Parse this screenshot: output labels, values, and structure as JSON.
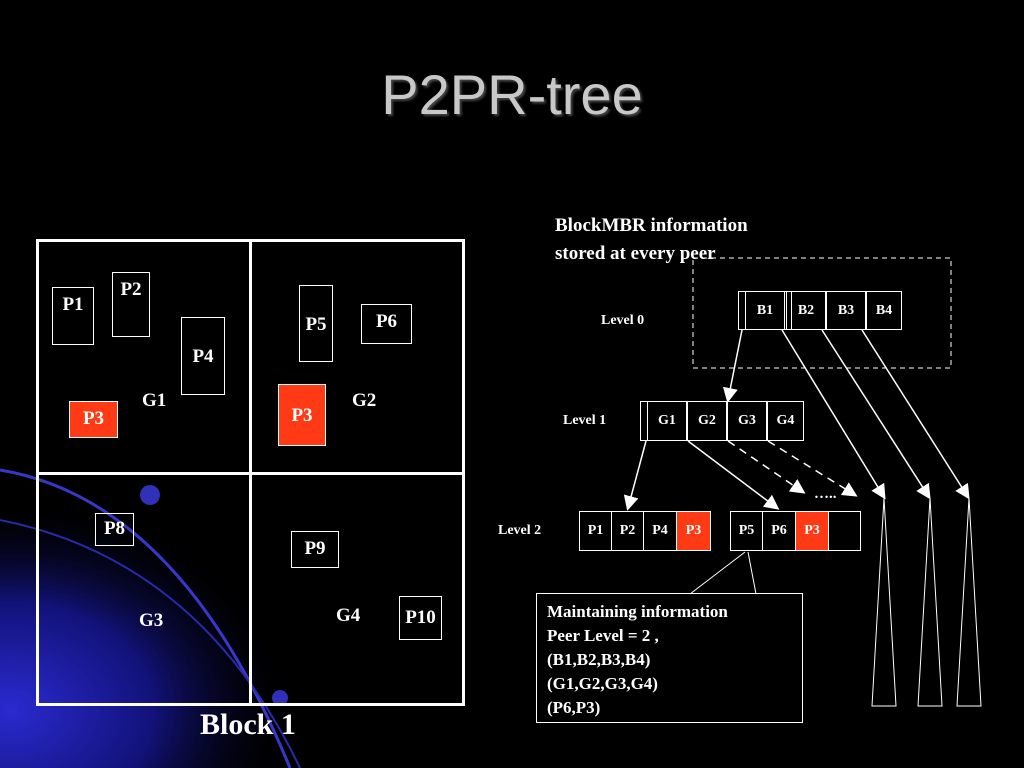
{
  "slide": {
    "title": "P2PR-tree",
    "caption": "Block 1"
  },
  "block": {
    "groups": [
      "G1",
      "G2",
      "G3",
      "G4"
    ],
    "peers": [
      "P1",
      "P2",
      "P3",
      "P4",
      "P5",
      "P6",
      "P3",
      "P8",
      "P9",
      "P10"
    ]
  },
  "tree": {
    "note_line1": "BlockMBR information",
    "note_line2": "stored at every peer",
    "level0_label": "Level 0",
    "level1_label": "Level 1",
    "level2_label": "Level 2",
    "level0_cells": [
      "B1",
      "B2",
      "B3",
      "B4"
    ],
    "level1_cells": [
      "G1",
      "G2",
      "G3",
      "G4"
    ],
    "level2_left": [
      "P1",
      "P2",
      "P4",
      "P3"
    ],
    "level2_right": [
      "P5",
      "P6",
      "P3",
      ""
    ],
    "ellipsis": "….."
  },
  "info": {
    "lines": [
      "Maintaining information",
      "Peer Level = 2 ,",
      "(B1,B2,B3,B4)",
      "(G1,G2,G3,G4)",
      "(P6,P3)"
    ]
  },
  "colors": {
    "highlight": "#ff3a14",
    "background": "#000000",
    "accent": "#1a1aa0"
  }
}
